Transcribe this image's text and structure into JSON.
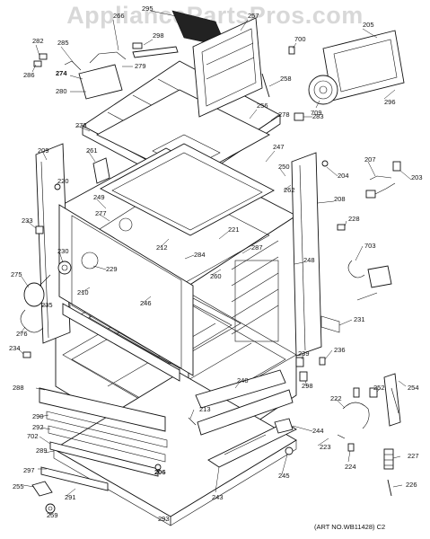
{
  "watermark": "AppliancePartsPros.com",
  "art_number": "(ART NO.WB11428) C2",
  "part_labels": [
    {
      "id": "295",
      "bold": false
    },
    {
      "id": "257",
      "bold": false
    },
    {
      "id": "266",
      "bold": false
    },
    {
      "id": "282",
      "bold": false
    },
    {
      "id": "285",
      "bold": false
    },
    {
      "id": "298",
      "bold": false
    },
    {
      "id": "286",
      "bold": false
    },
    {
      "id": "274",
      "bold": true
    },
    {
      "id": "279",
      "bold": false
    },
    {
      "id": "280",
      "bold": false
    },
    {
      "id": "700",
      "bold": false
    },
    {
      "id": "205",
      "bold": false
    },
    {
      "id": "258",
      "bold": false
    },
    {
      "id": "709",
      "bold": false
    },
    {
      "id": "296",
      "bold": false
    },
    {
      "id": "256",
      "bold": false
    },
    {
      "id": "278",
      "bold": false
    },
    {
      "id": "283",
      "bold": false
    },
    {
      "id": "273",
      "bold": false
    },
    {
      "id": "247",
      "bold": false
    },
    {
      "id": "261",
      "bold": false
    },
    {
      "id": "250",
      "bold": false
    },
    {
      "id": "209",
      "bold": false
    },
    {
      "id": "204",
      "bold": false
    },
    {
      "id": "207",
      "bold": false
    },
    {
      "id": "203",
      "bold": false
    },
    {
      "id": "262",
      "bold": false
    },
    {
      "id": "220",
      "bold": false
    },
    {
      "id": "249",
      "bold": false
    },
    {
      "id": "277",
      "bold": false
    },
    {
      "id": "208",
      "bold": false
    },
    {
      "id": "233",
      "bold": false
    },
    {
      "id": "228",
      "bold": false
    },
    {
      "id": "221",
      "bold": false
    },
    {
      "id": "212",
      "bold": false
    },
    {
      "id": "287",
      "bold": false
    },
    {
      "id": "230",
      "bold": false
    },
    {
      "id": "284",
      "bold": false
    },
    {
      "id": "703",
      "bold": false
    },
    {
      "id": "248",
      "bold": false
    },
    {
      "id": "275",
      "bold": false
    },
    {
      "id": "229",
      "bold": false
    },
    {
      "id": "260",
      "bold": false
    },
    {
      "id": "210",
      "bold": false
    },
    {
      "id": "246",
      "bold": false
    },
    {
      "id": "235",
      "bold": false
    },
    {
      "id": "276",
      "bold": false
    },
    {
      "id": "231",
      "bold": false
    },
    {
      "id": "234",
      "bold": false
    },
    {
      "id": "236",
      "bold": false
    },
    {
      "id": "239",
      "bold": false
    },
    {
      "id": "288",
      "bold": false
    },
    {
      "id": "240",
      "bold": false
    },
    {
      "id": "298",
      "bold": false
    },
    {
      "id": "222",
      "bold": false
    },
    {
      "id": "252",
      "bold": false
    },
    {
      "id": "254",
      "bold": false
    },
    {
      "id": "290",
      "bold": false
    },
    {
      "id": "213",
      "bold": false
    },
    {
      "id": "292",
      "bold": false
    },
    {
      "id": "702",
      "bold": false
    },
    {
      "id": "244",
      "bold": false
    },
    {
      "id": "223",
      "bold": false
    },
    {
      "id": "289",
      "bold": false
    },
    {
      "id": "224",
      "bold": false
    },
    {
      "id": "297",
      "bold": false
    },
    {
      "id": "206",
      "bold": true
    },
    {
      "id": "227",
      "bold": false
    },
    {
      "id": "255",
      "bold": false
    },
    {
      "id": "245",
      "bold": false
    },
    {
      "id": "291",
      "bold": false
    },
    {
      "id": "243",
      "bold": false
    },
    {
      "id": "226",
      "bold": false
    },
    {
      "id": "259",
      "bold": false
    },
    {
      "id": "293",
      "bold": false
    }
  ]
}
